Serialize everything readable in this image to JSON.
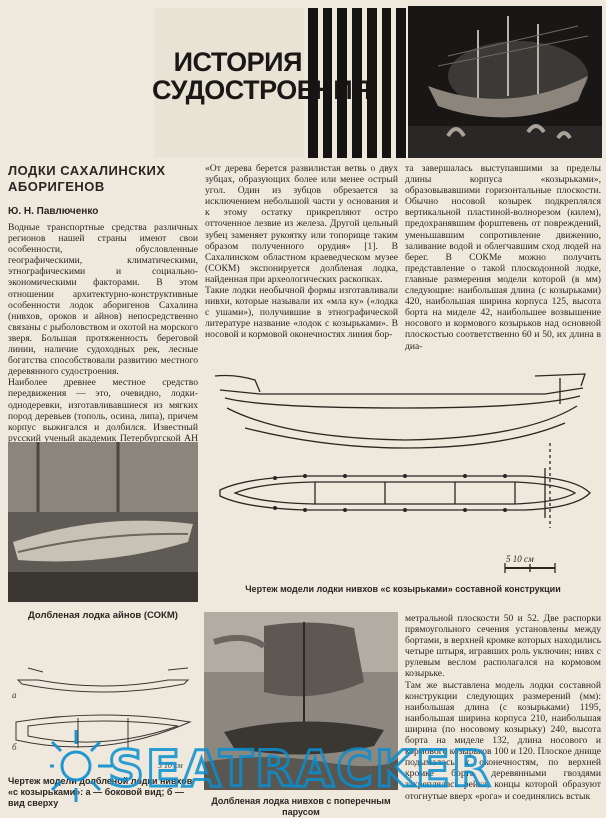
{
  "section_title": "ИСТОРИЯ СУДОСТРОЕНИЯ",
  "article": {
    "title": "ЛОДКИ САХАЛИНСКИХ АБОРИГЕНОВ",
    "author": "Ю. Н. Павлюченко",
    "col1": "Водные транспортные средства различных регионов нашей страны имеют свои особенности, обусловленные географическими, климатическими, этнографическими и социально-экономическими факторами. В этом отношении архитектурно-конструктивные особенности лодок аборигенов Сахалина (нивхов, ороков и айнов) непосредственно связаны с рыболовством и охотой на морского зверя. Большая протяженность береговой линии, наличие судоходных рек, лесные богатства способствовали развитию местного деревянного судостроения.\n    Наиболее древнее местное средство передвижения — это, очевидно, лодки-однодеревки, изготавливавшиеся из мягких пород деревьев (тополь, осина, липа), причем корпус выжигался и долбился. Известный русский ученый академик Петербургской АН Л. И. Шренк так описал топор сахалинских ороков:",
    "col2": "«От дерева берется развилистая ветвь о двух зубцах, образующих более или менее острый угол. Один из зубцов обрезается за исключением небольшой части у основания и к этому остатку прикрепляют остро отточенное лезвие из железа. Другой цельный зубец заменяет рукоятку или топорище таким образом полученного орудия» [1]. В Сахалинском областном краеведческом музее (СОКМ) экспонируется долбленая лодка, найденная при археологических раскопках.\n    Такие лодки необычной формы изготавливали нивхи, которые называли их «мла ку» («лодка с ушами»), получившие в этнографической литературе название «лодок с козырьками». В носовой и кормовой оконечностях линия бор-",
    "col3": "та завершалась выступавшими за пределы длины корпуса «козырьками», образовывавшими горизонтальные плоскости. Обычно носовой козырек подкреплялся вертикальной пластиной-волнорезом (килем), предохранявшим форштевень от повреждений, уменьшавшим сопротивление движению, заливание водой и облегчавшим сход людей на берег. В СОКМе можно получить представление о такой плоскодонной лодке, главные размерения модели которой (в мм) следующие: наибольшая длина (с козырьками) 420, наибольшая ширина корпуса 125, высота борта на миделе 42, наибольшее возвышение носового и кормового козырьков над основной плоскостью соответственно 60 и 50, их длина в диа-",
    "col3b": "метральной плоскости 50 и 52. Две распорки прямоугольного сечения установлены между бортами, в верхней кромке которых находились четыре штыря, игравших роль уключин; нивх с рулевым веслом располагался на кормовом козырьке.\n    Там же выставлена модель лодки составной конструкции следующих размерений (мм): наибольшая длина (с козырьками) 1195, наибольшая ширина корпуса 210, наибольшая ширина (по носовому козырьку) 240, высота борта на миделе 132, длина носового и кормового козырьков 100 и 120. Плоское днище подымалось к оконечностям, по верхней кромке борта деревянными гвоздями закреплялась рейка, концы которой образуют отогнутые вверх «рога» и соединялись встык"
  },
  "captions": {
    "photo_left": "Долбленая лодка айнов (СОКМ)",
    "drawing": "Чертеж модели лодки нивхов «с козырьками» составной конструкции",
    "drawing_scale": "5  10 см",
    "drawing_small": "Чертеж модели долбленой лодки нивхов «с козырьками»: а — боковой вид; б — вид сверху",
    "drawing_small_scale": "5 10 см",
    "drawing_small_a": "а",
    "drawing_small_b": "б",
    "photo_sail": "Долбленая лодка нивхов с поперечным парусом"
  },
  "watermark": "SEATRACKER",
  "icons": {
    "photo_top": "ship-model-photo",
    "photo_left": "museum-canoe-photo",
    "photo_sail": "sail-boat-photo",
    "watermark_emblem": "sun-emblem-icon"
  },
  "colors": {
    "paper": "#efe9dd",
    "ink": "#2a2622",
    "watermark": "#0a8fd0"
  }
}
